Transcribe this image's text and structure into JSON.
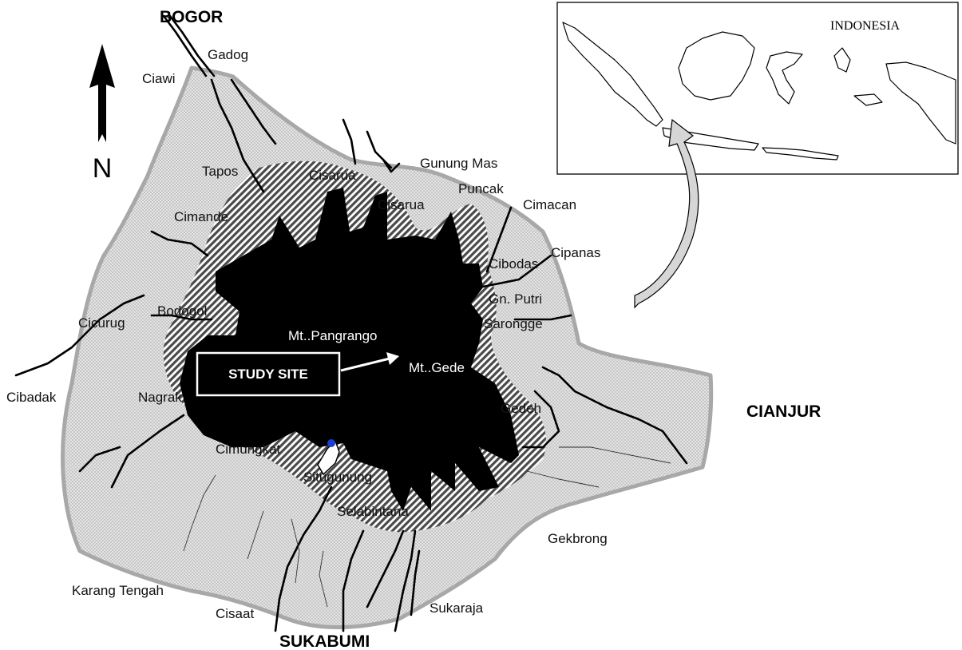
{
  "cities": {
    "bogor": "BOGOR",
    "cianjur": "CIANJUR",
    "sukabumi": "SUKABUMI"
  },
  "places": {
    "gadog": "Gadog",
    "ciawi": "Ciawi",
    "tapos": "Tapos",
    "cisarua_north": "Cisarua",
    "gunung_mas": "Gunung Mas",
    "puncak": "Puncak",
    "cisarua": "Cisarua",
    "cimacan": "Cimacan",
    "cimande": "Cimande",
    "cipanas": "Cipanas",
    "cibodas": "Cibodas",
    "gn_putri": "Gn. Putri",
    "bodogol": "Bodogol",
    "sarongge": "Sarongge",
    "cicurug": "Cicurug",
    "mt_pangrango": "Mt..Pangrango",
    "mt_gede": "Mt..Gede",
    "cibadak": "Cibadak",
    "nagrak": "Nagrak",
    "gedeh": "Gedeh",
    "cimungkat": "Cimungkat",
    "situgunung": "Situgunung",
    "selabintana": "Selabintana",
    "gekbrong": "Gekbrong",
    "karang_tengah": "Karang Tengah",
    "cisaat": "Cisaat",
    "sukaraja": "Sukaraja"
  },
  "study_site_label": "STUDY SITE",
  "north_label": "N",
  "inset": {
    "title": "INDONESIA"
  },
  "colors": {
    "outer_zone": "#e2e2e2",
    "outer_zone_outline": "#a8a8a8",
    "buffer_hatch": "#555555",
    "core_zone": "#000000",
    "study_site_marker": "#1a3fd6"
  }
}
